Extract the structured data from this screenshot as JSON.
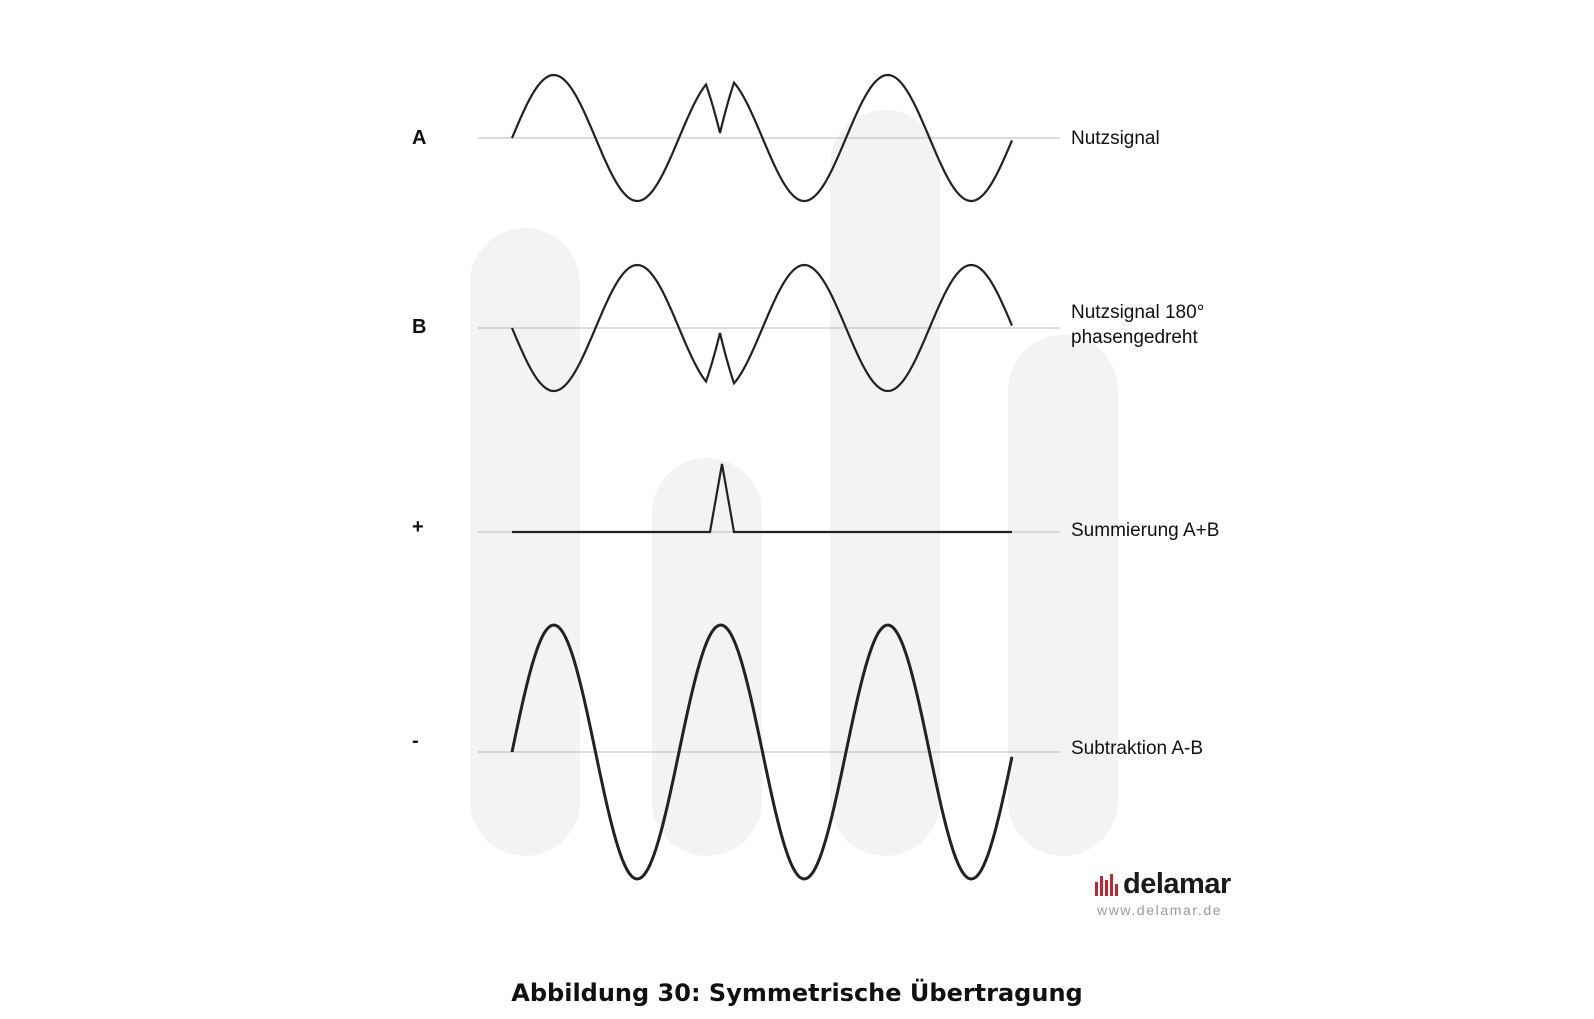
{
  "rows": [
    {
      "symbol": "A",
      "label_lines": [
        "Nutzsignal"
      ]
    },
    {
      "symbol": "B",
      "label_lines": [
        "Nutzsignal 180°",
        "phasengedreht"
      ]
    },
    {
      "symbol": "+",
      "label_lines": [
        "Summierung A+B"
      ]
    },
    {
      "symbol": "-",
      "label_lines": [
        "Subtraktion A-B"
      ]
    }
  ],
  "logo": {
    "brand": "delamar",
    "url": "www.delamar.de",
    "accent_color": "#c0262d"
  },
  "caption": "Abbildung 30: Symmetrische Übertragung",
  "colors": {
    "waveform": "#222222",
    "baseline": "#b8b8b8",
    "background_pillars": "#f3f3f3"
  }
}
